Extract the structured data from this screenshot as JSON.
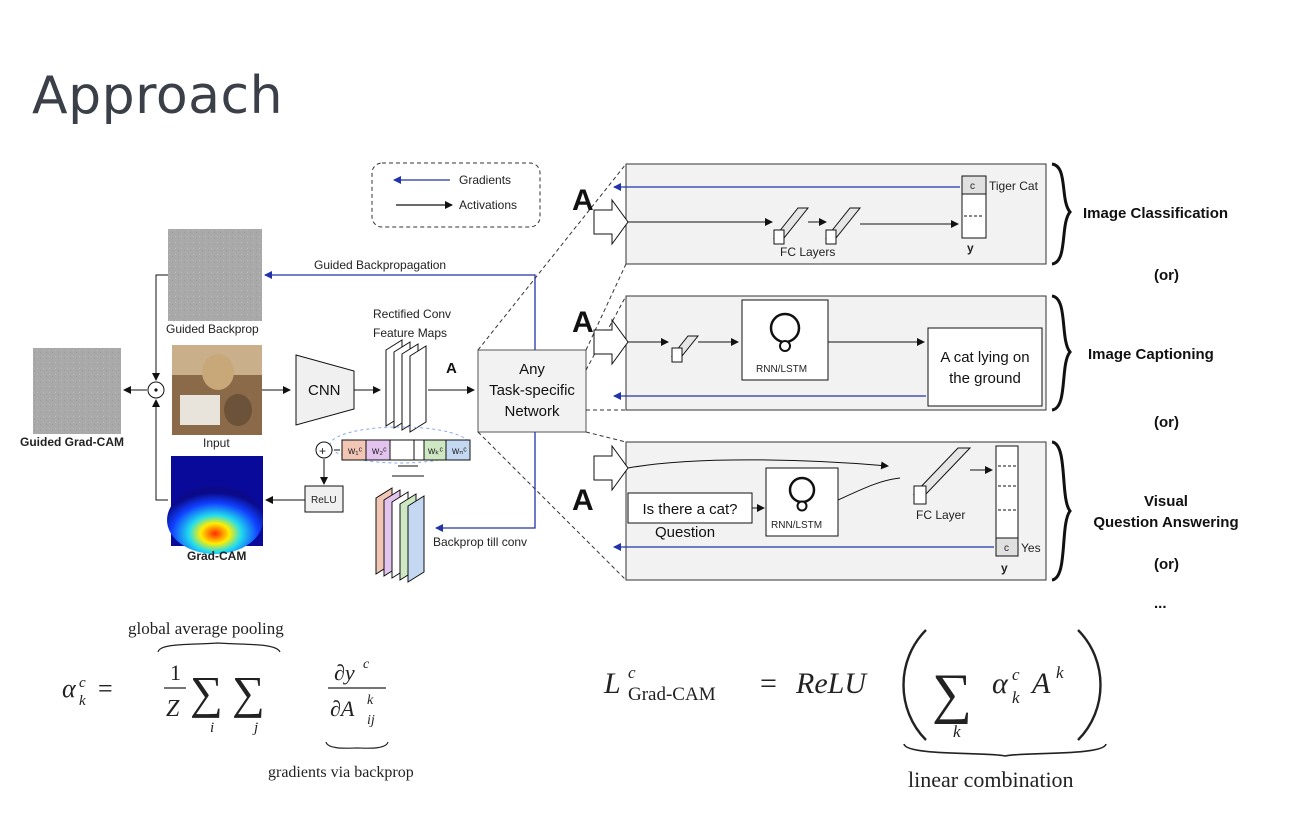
{
  "title": "Approach",
  "legend": {
    "gradients": "Gradients",
    "activations": "Activations"
  },
  "left": {
    "guided_backprop_label": "Guided Backprop",
    "input_label": "Input",
    "gradcam_label": "Grad-CAM",
    "guided_gradcam_label": "Guided Grad-CAM",
    "guided_backpropagation_arrow": "Guided Backpropagation",
    "cnn": "CNN",
    "rectified_line1": "Rectified Conv",
    "rectified_line2": "Feature Maps",
    "A": "A",
    "relu": "ReLU",
    "backprop_till_conv": "Backprop till conv",
    "network_line1": "Any",
    "network_line2": "Task-specific",
    "network_line3": "Network",
    "weights": [
      "w₁ᶜ",
      "w₂ᶜ",
      "wₖᶜ",
      "wₙᶜ"
    ]
  },
  "panels": {
    "classification": {
      "A": "A",
      "c": "c",
      "class_label": "Tiger Cat",
      "fc_label": "FC Layers",
      "y": "y",
      "task": "Image Classification"
    },
    "captioning": {
      "A": "A",
      "rnn": "RNN/LSTM",
      "caption_line1": "A cat lying on",
      "caption_line2": "the ground",
      "task": "Image Captioning"
    },
    "vqa": {
      "A": "A",
      "question_text": "Is there a cat?",
      "question_label": "Question",
      "rnn": "RNN/LSTM",
      "fc_label": "FC Layer",
      "c": "c",
      "answer": "Yes",
      "y": "y",
      "task_line1": "Visual",
      "task_line2": "Question Answering"
    }
  },
  "or_labels": [
    "(or)",
    "(or)",
    "(or)"
  ],
  "ellipsis": "...",
  "equations": {
    "alpha_lhs_sym": "α",
    "alpha_lhs_sup": "c",
    "alpha_lhs_sub": "k",
    "equals": "=",
    "global_pooling_label": "global average pooling",
    "frac_num": "1",
    "frac_den": "Z",
    "sigma": "∑",
    "sum_i": "i",
    "sum_j": "j",
    "partial_num": "∂y",
    "partial_num_sup": "c",
    "partial_den": "∂A",
    "partial_den_sup": "k",
    "partial_den_sub": "ij",
    "gradients_label": "gradients via backprop",
    "L_sym": "L",
    "L_sup": "c",
    "L_sub": "Grad-CAM",
    "relu_text": "ReLU",
    "sum_k": "k",
    "term_alpha": "α",
    "term_alpha_sup": "c",
    "term_alpha_sub": "k",
    "term_A": "A",
    "term_A_sup": "k",
    "linear_label": "linear combination"
  },
  "colors": {
    "title": "#3a3f48",
    "gradient_arrow": "#2233aa",
    "panel_fill": "#f2f2f2",
    "weight_colors": [
      "#f2c6b4",
      "#e2c4ef",
      "#cfe8c4",
      "#c4d8f2"
    ]
  }
}
